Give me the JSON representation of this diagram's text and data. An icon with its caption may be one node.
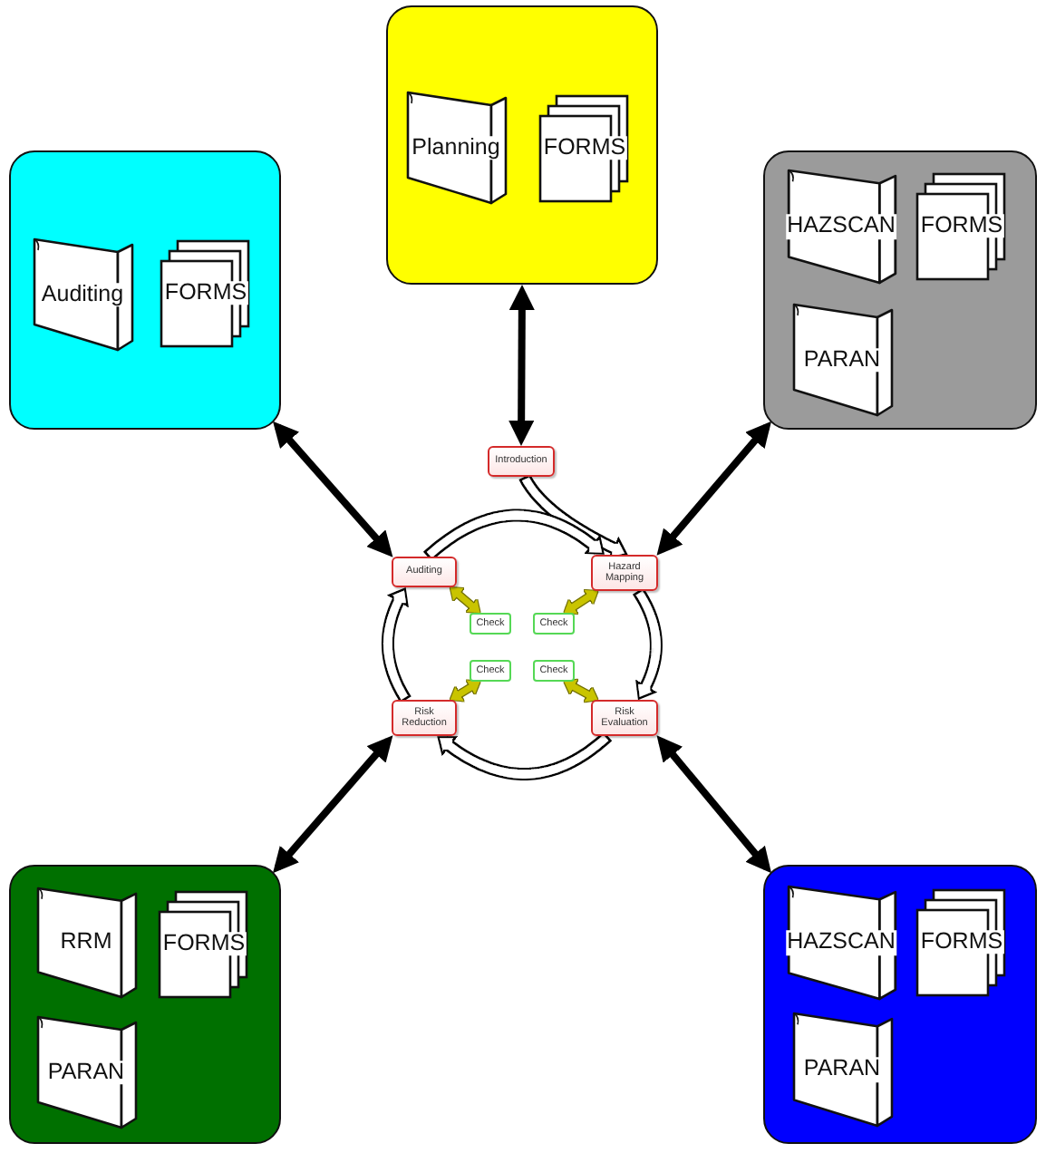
{
  "diagram": {
    "nodes": [
      {
        "text": [],
        "shape": "box"
      },
      {
        "text": [
          "Planning"
        ],
        "in": 0
      },
      {
        "text": [
          "FORMS"
        ],
        "in": 0
      },
      {
        "text": [],
        "shape": "box"
      },
      {
        "text": [
          "Auditing"
        ],
        "in": 3
      },
      {
        "text": [
          "FORMS"
        ],
        "in": 3
      },
      {
        "text": [],
        "shape": "box"
      },
      {
        "text": [
          "HAZSCAN"
        ],
        "in": 6
      },
      {
        "text": [
          "FORMS"
        ],
        "in": 6
      },
      {
        "text": [
          "PARAN"
        ],
        "in": 6
      },
      {
        "text": [
          "Introduction"
        ]
      },
      {
        "text": [
          "Auditing"
        ]
      },
      {
        "text": [
          "Hazard Mapping"
        ]
      },
      {
        "text": [
          "Check"
        ]
      },
      {
        "text": [
          "Check"
        ]
      },
      {
        "text": [
          "Check"
        ]
      },
      {
        "text": [
          "Check"
        ]
      },
      {
        "text": [
          "Risk Reduction"
        ]
      },
      {
        "text": [
          "Risk Evaluation"
        ]
      },
      {
        "text": [],
        "shape": "box"
      },
      {
        "text": [
          "RRM"
        ],
        "in": 19
      },
      {
        "text": [
          "FORMS"
        ],
        "in": 19
      },
      {
        "text": [
          "PARAN"
        ],
        "in": 19
      },
      {
        "text": [],
        "shape": "box"
      },
      {
        "text": [
          "HAZSCAN"
        ],
        "in": 23
      },
      {
        "text": [
          "FORMS"
        ],
        "in": 23
      },
      {
        "text": [
          "PARAN"
        ],
        "in": 23
      }
    ],
    "edges": [
      {
        "from": 0,
        "to": 10,
        "arrow": "both"
      },
      {
        "from": 3,
        "to": 11,
        "arrow": "both"
      },
      {
        "from": 6,
        "to": 12,
        "arrow": "both"
      },
      {
        "from": 19,
        "to": 17,
        "arrow": "both"
      },
      {
        "from": 23,
        "to": 18,
        "arrow": "both"
      },
      {
        "from": 10,
        "to": 12,
        "arrow": "to"
      },
      {
        "from": 11,
        "to": 12,
        "arrow": "to"
      },
      {
        "from": 12,
        "to": 18,
        "arrow": "to"
      },
      {
        "from": 18,
        "to": 17,
        "arrow": "to"
      },
      {
        "from": 17,
        "to": 11,
        "arrow": "to"
      },
      {
        "from": 11,
        "to": 13,
        "arrow": "both",
        "color": "#c9c400"
      },
      {
        "from": 12,
        "to": 14,
        "arrow": "both",
        "color": "#c9c400"
      },
      {
        "from": 17,
        "to": 15,
        "arrow": "both",
        "color": "#c9c400"
      },
      {
        "from": 18,
        "to": 16,
        "arrow": "both",
        "color": "#c9c400"
      }
    ]
  }
}
